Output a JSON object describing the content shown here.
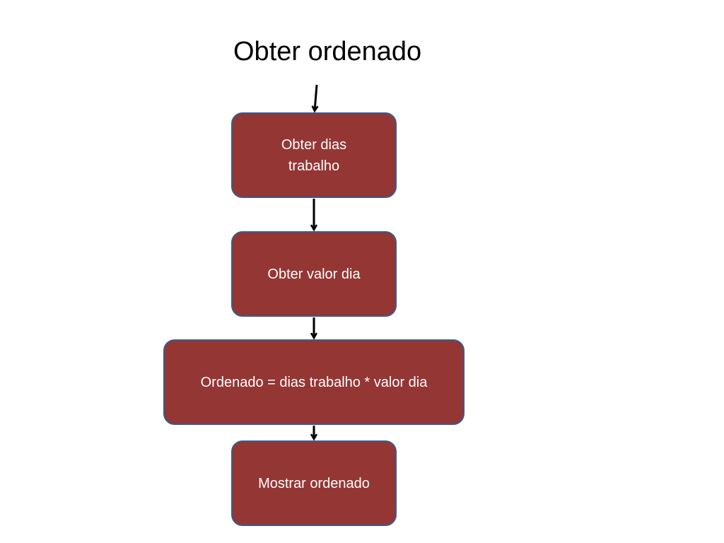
{
  "title": "Obter ordenado",
  "colors": {
    "box_fill": "#943634",
    "box_border": "#3b5a8c",
    "box_text": "#ffffff",
    "arrow": "#000000"
  },
  "steps": [
    {
      "label": "Obter dias trabalho"
    },
    {
      "label": "Obter valor dia"
    },
    {
      "label": "Ordenado = dias trabalho * valor dia"
    },
    {
      "label": "Mostrar ordenado"
    }
  ]
}
